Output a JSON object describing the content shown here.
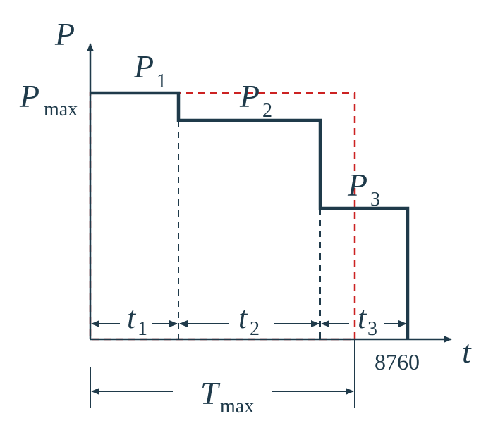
{
  "axes": {
    "y_label": "P",
    "x_label": "t"
  },
  "levels": {
    "pmax_main": "P",
    "pmax_sub": "max",
    "p1_main": "P",
    "p1_sub": "1",
    "p2_main": "P",
    "p2_sub": "2",
    "p3_main": "P",
    "p3_sub": "3"
  },
  "intervals": {
    "t1_main": "t",
    "t1_sub": "1",
    "t2_main": "t",
    "t2_sub": "2",
    "t3_main": "t",
    "t3_sub": "3",
    "tmax_main": "T",
    "tmax_sub": "max"
  },
  "x_tick": "8760",
  "colors": {
    "curve": "#1f3a4a",
    "rectangle": "#cc2222",
    "text": "#1f3a4a"
  }
}
